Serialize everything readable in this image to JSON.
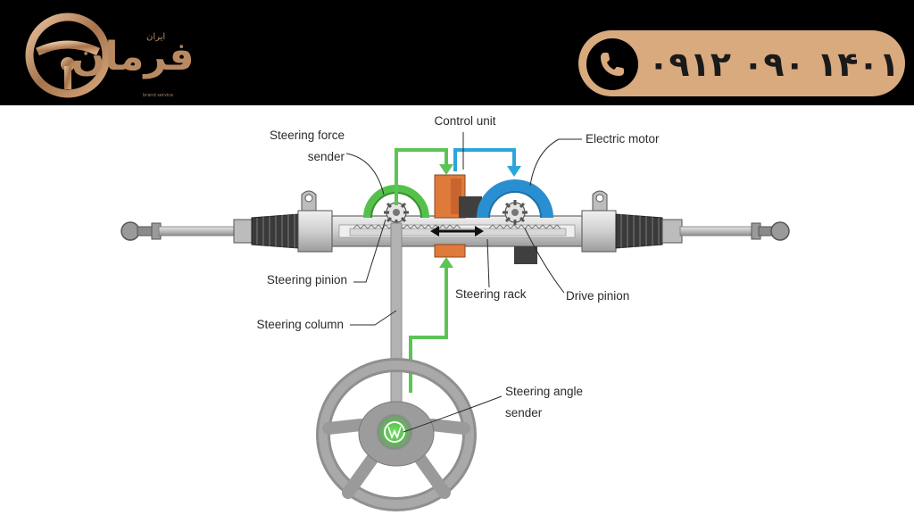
{
  "header": {
    "logo_text": "فرمان",
    "logo_small_text": "ایران",
    "logo_tagline": "brand service",
    "phone_number": "۰۹۱۲ ۰۹۰ ۱۴۰۱",
    "phone_icon": "phone-icon"
  },
  "diagram": {
    "labels": {
      "control_unit": "Control unit",
      "steering_force_sender_1": "Steering force",
      "steering_force_sender_2": "sender",
      "electric_motor": "Electric motor",
      "steering_pinion": "Steering pinion",
      "steering_rack": "Steering rack",
      "drive_pinion": "Drive pinion",
      "steering_column": "Steering column",
      "steering_angle_sender_1": "Steering angle",
      "steering_angle_sender_2": "sender"
    },
    "colors": {
      "signal_green": "#5cc454",
      "signal_blue": "#2ba6dc",
      "control_unit_orange": "#e07a3a",
      "motor_blue": "#2a8fd0",
      "sender_green": "#55c14b",
      "housing_gray": "#c8c8c8",
      "boot_dark": "#3a3a3a"
    }
  }
}
